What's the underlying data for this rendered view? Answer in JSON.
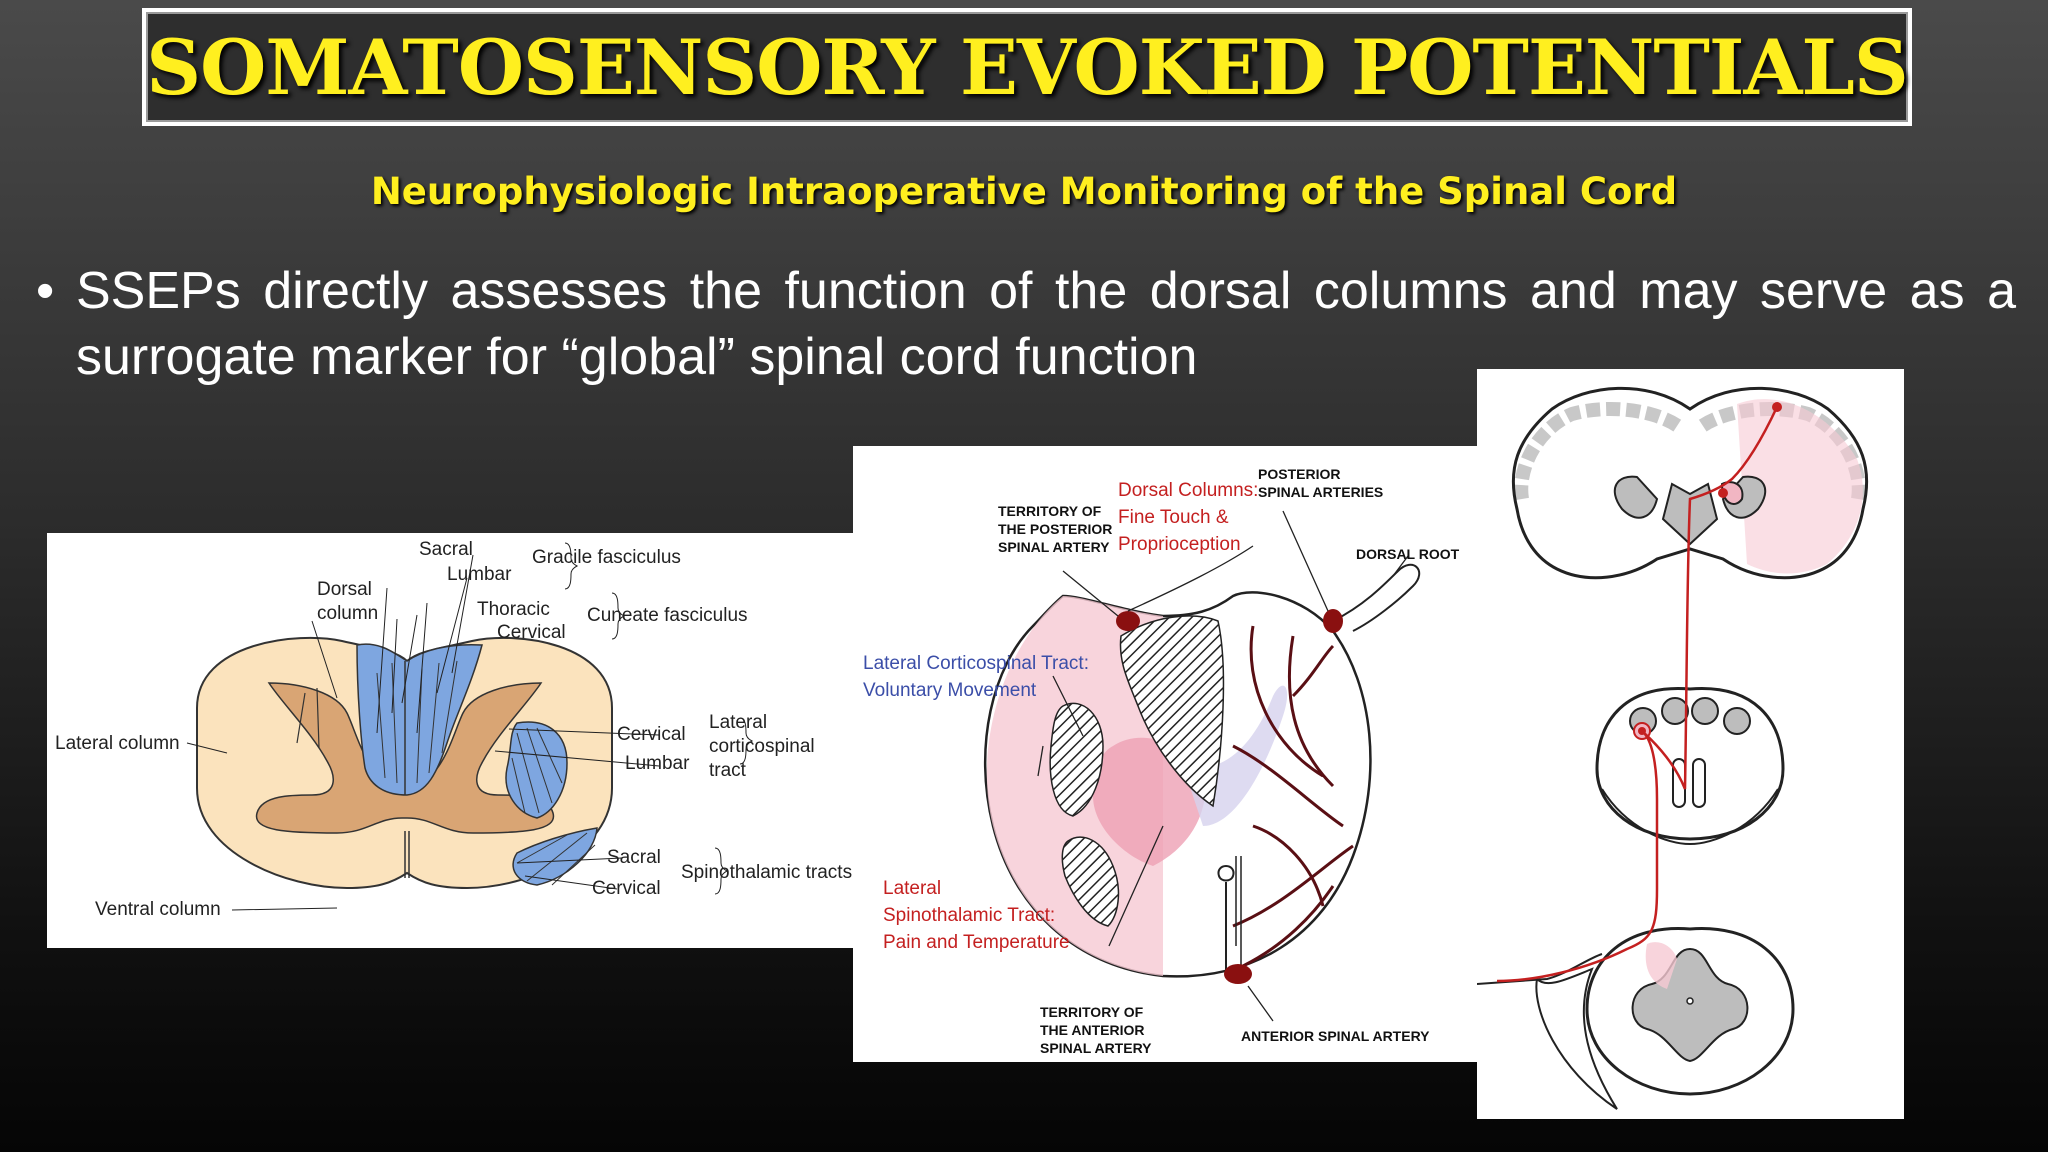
{
  "title": "SOMATOSENSORY EVOKED POTENTIALS",
  "subtitle": "Neurophysiologic Intraoperative Monitoring of the Spinal Cord",
  "bullet": {
    "symbol": "•",
    "text": "SSEPs directly assesses the function of the dorsal columns and may serve as a surrogate marker for “global” spinal cord function"
  },
  "left_diagram": {
    "sacral": "Sacral",
    "lumbar": "Lumbar",
    "gracile": "Gracile fasciculus",
    "dorsal_column_1": "Dorsal",
    "dorsal_column_2": "column",
    "thoracic": "Thoracic",
    "cervical": "Cervical",
    "cuneate": "Cuneate fasciculus",
    "lateral_column": "Lateral column",
    "lcst_cervical": "Cervical",
    "lcst_lumbar": "Lumbar",
    "lcst_1": "Lateral",
    "lcst_2": "corticospinal",
    "lcst_3": "tract",
    "st_sacral": "Sacral",
    "st_cervical": "Cervical",
    "spinothalamic": "Spinothalamic tracts",
    "ventral_column": "Ventral column"
  },
  "mid_diagram": {
    "posterior_1": "POSTERIOR",
    "posterior_2": "SPINAL ARTERIES",
    "dc_1": "Dorsal Columns:",
    "dc_2": "Fine Touch &",
    "dc_3": "Proprioception",
    "tps_1": "TERRITORY OF",
    "tps_2": "THE POSTERIOR",
    "tps_3": "SPINAL ARTERY",
    "dorsal_root": "DORSAL ROOT",
    "lcst_1": "Lateral Corticospinal Tract:",
    "lcst_2": "Voluntary Movement",
    "lst_1": "Lateral",
    "lst_2": "Spinothalamic Tract:",
    "lst_3": "Pain and Temperature",
    "tas_1": "TERRITORY OF",
    "tas_2": "THE ANTERIOR",
    "tas_3": "SPINAL ARTERY",
    "anterior": "ANTERIOR SPINAL ARTERY"
  },
  "colors": {
    "title": "#ffef1f",
    "tract_blue": "#7ea6e0",
    "gray_matter": "#d9a574",
    "white_matter": "#fbe3bd",
    "pathway_red": "#c42020",
    "pink": "#f6c9d3"
  }
}
